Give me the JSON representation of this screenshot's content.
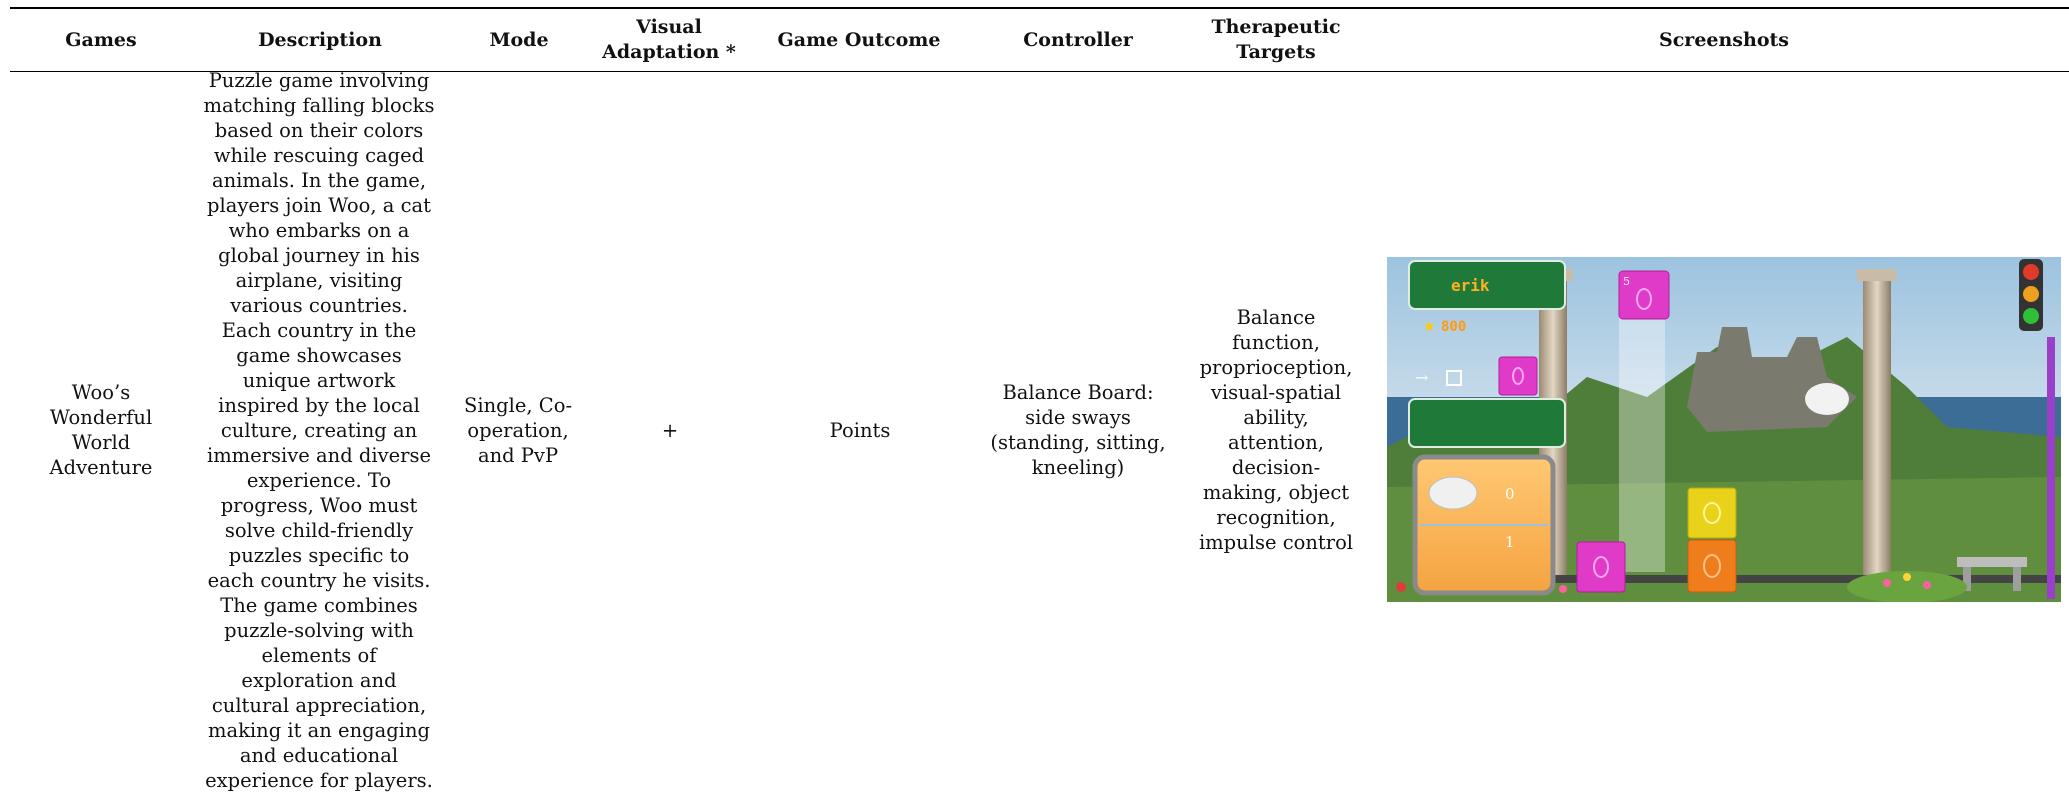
{
  "table": {
    "headers": {
      "games": "Games",
      "description": "Description",
      "mode": "Mode",
      "visual_adaptation": "Visual Adaptation *",
      "game_outcome": "Game Outcome",
      "controller": "Controller",
      "therapeutic_targets": "Therapeutic Targets",
      "screenshots": "Screenshots"
    },
    "rows": [
      {
        "game": "Woo’s Wonderful World Adventure",
        "description": "Puzzle game involving matching falling blocks based on their colors while rescuing caged animals. In the game, players join Woo, a cat who embarks on a global journey in his airplane, visiting various countries. Each country in the game showcases unique artwork inspired by the local culture, creating an immersive and diverse experience. To progress, Woo must solve child-friendly puzzles specific to each country he visits. The game combines puzzle-solving with elements of exploration and cultural appreciation, making it an engaging and educational experience for players.",
        "mode": "Single, Co-operation, and PvP",
        "visual_adaptation": "+",
        "game_outcome": "Points",
        "controller": "Balance Board: side sways (standing, sitting, kneeling)",
        "therapeutic_targets": "Balance function, proprioception, visual-spatial ability, attention, decision-making, object recognition, impulse control",
        "screenshot": {
          "player_name": "erik",
          "score": "800",
          "block_number": "5",
          "counter_top": "0",
          "counter_bottom": "1"
        }
      }
    ]
  },
  "colors": {
    "rule": "#000000",
    "sign_green": "#1f7a3a",
    "block_magenta": "#e03ac8",
    "block_yellow": "#e8d21a",
    "block_orange": "#f07d1c",
    "panel_orange": "#ffb85c",
    "sky": "#8ab6d6",
    "sea": "#3a6f9a"
  }
}
